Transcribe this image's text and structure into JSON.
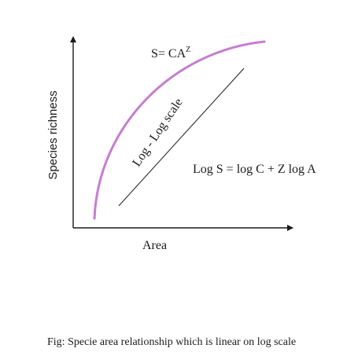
{
  "diagram": {
    "power_law": {
      "base": "S=  CA",
      "exponent": "Z"
    },
    "log_scale_label": "Log - Log scale",
    "log_equation": "Log S = log C + Z log A",
    "y_axis_label": "Species richness",
    "x_axis_label": "Area",
    "caption": "Fig: Specie area relationship which is linear on log scale",
    "colors": {
      "curve": "#c77dd1",
      "line": "#1a1a1a",
      "axes": "#1a1a1a",
      "background": "#ffffff"
    }
  }
}
